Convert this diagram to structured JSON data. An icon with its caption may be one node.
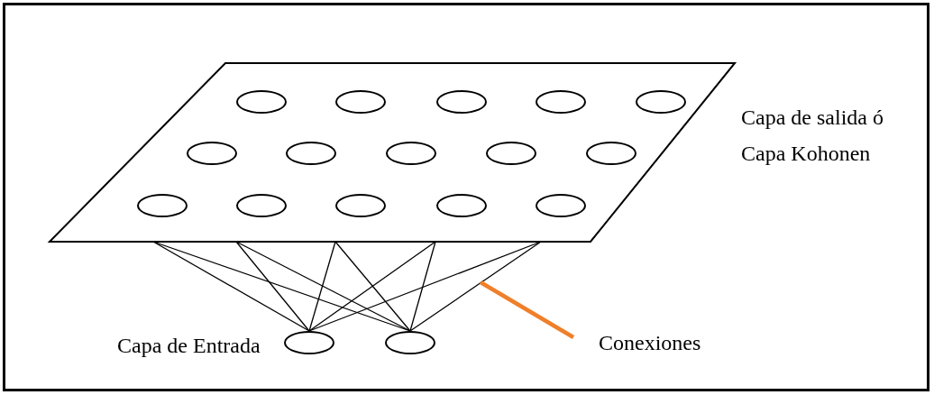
{
  "diagram": {
    "nodes": [
      {
        "text": [
          "Capa de salida ó Capa Kohonen"
        ]
      },
      {
        "text": [],
        "shape": "ellipse",
        "in": 0
      },
      {
        "text": [],
        "shape": "ellipse",
        "in": 0
      },
      {
        "text": [],
        "shape": "ellipse",
        "in": 0
      },
      {
        "text": [],
        "shape": "ellipse",
        "in": 0
      },
      {
        "text": [],
        "shape": "ellipse",
        "in": 0
      },
      {
        "text": [],
        "shape": "ellipse",
        "in": 0
      },
      {
        "text": [],
        "shape": "ellipse",
        "in": 0
      },
      {
        "text": [],
        "shape": "ellipse",
        "in": 0
      },
      {
        "text": [],
        "shape": "ellipse",
        "in": 0
      },
      {
        "text": [],
        "shape": "ellipse",
        "in": 0
      },
      {
        "text": [],
        "shape": "ellipse",
        "in": 0
      },
      {
        "text": [],
        "shape": "ellipse",
        "in": 0
      },
      {
        "text": [],
        "shape": "ellipse",
        "in": 0
      },
      {
        "text": [],
        "shape": "ellipse",
        "in": 0
      },
      {
        "text": [],
        "shape": "ellipse",
        "in": 0
      },
      {
        "text": [],
        "shape": "ellipse"
      },
      {
        "text": [],
        "shape": "ellipse"
      },
      {
        "text": [
          "Conexiones"
        ]
      }
    ],
    "edges": [
      {
        "from": 16,
        "to": 0,
        "arrow": "none"
      },
      {
        "from": 17,
        "to": 0,
        "arrow": "none"
      },
      {
        "from": 16,
        "to": 0,
        "arrow": "none"
      },
      {
        "from": 17,
        "to": 0,
        "arrow": "none"
      },
      {
        "from": 16,
        "to": 0,
        "arrow": "none"
      },
      {
        "from": 17,
        "to": 0,
        "arrow": "none"
      },
      {
        "from": 16,
        "to": 0,
        "arrow": "none"
      },
      {
        "from": 17,
        "to": 0,
        "arrow": "none"
      },
      {
        "from": 16,
        "to": 0,
        "arrow": "none"
      },
      {
        "from": 17,
        "to": 0,
        "arrow": "none"
      },
      {
        "from": 18,
        "to": null,
        "arrow": "none",
        "color": "#f07f2a",
        "style": "thick"
      }
    ],
    "labels": [
      "Capa de Entrada"
    ]
  }
}
